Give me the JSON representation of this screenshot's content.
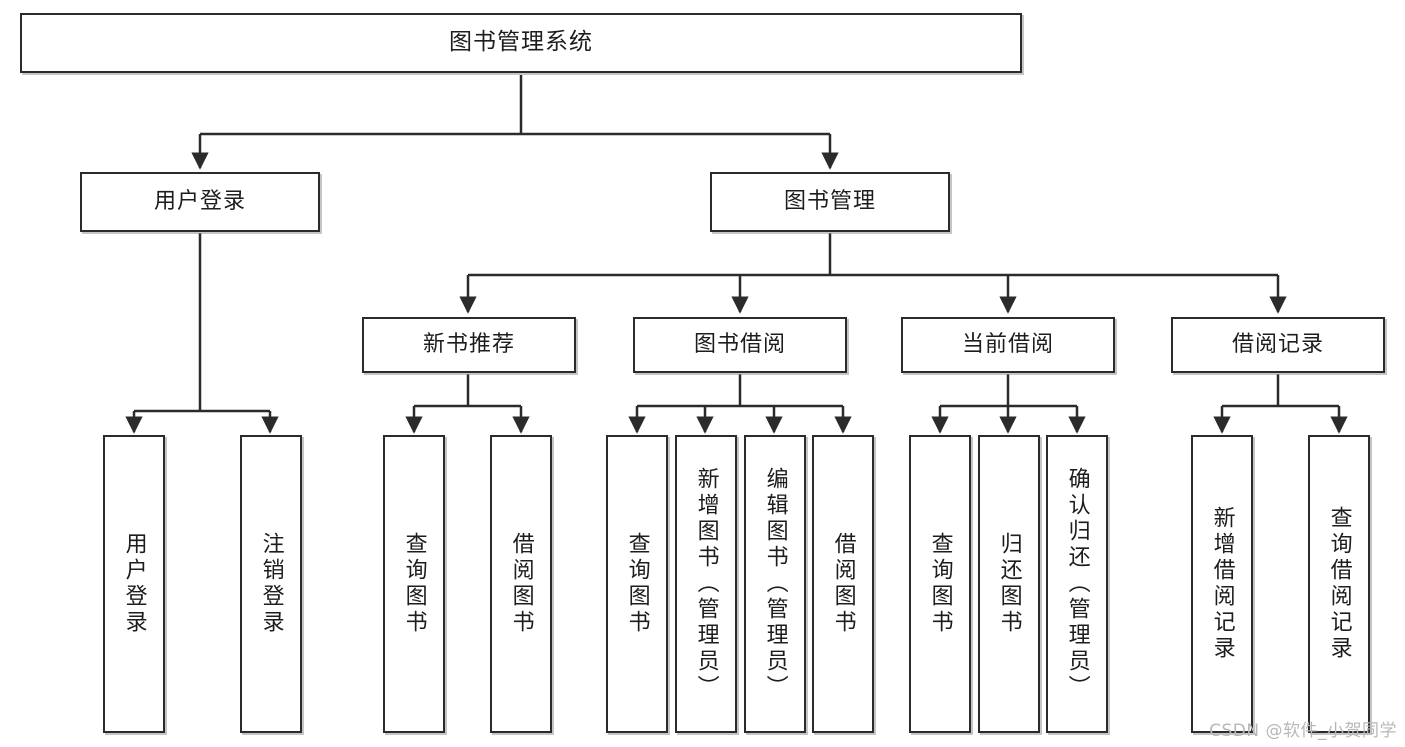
{
  "diagram": {
    "title": "图书管理系统",
    "type": "tree-hierarchy-diagram",
    "colors": {
      "box_border": "#2b2b2b",
      "box_fill": "#ffffff",
      "connector": "#2b2b2b",
      "watermark": "#b8b8b8"
    },
    "levels": {
      "root": "图书管理系统",
      "level2": [
        "用户登录",
        "图书管理"
      ],
      "level3": [
        "新书推荐",
        "图书借阅",
        "当前借阅",
        "借阅记录"
      ]
    }
  },
  "nodes": {
    "root": {
      "label": "图书管理系统"
    },
    "user_login": {
      "label": "用户登录"
    },
    "book_manage": {
      "label": "图书管理"
    },
    "new_book_rec": {
      "label": "新书推荐"
    },
    "book_borrow": {
      "label": "图书借阅"
    },
    "current_borrow": {
      "label": "当前借阅"
    },
    "borrow_record": {
      "label": "借阅记录"
    },
    "leaf_user_login": {
      "label": "用户登录"
    },
    "leaf_logout": {
      "label": "注销登录"
    },
    "leaf_query_book_1": {
      "label": "查询图书"
    },
    "leaf_borrow_book_1": {
      "label": "借阅图书"
    },
    "leaf_query_book_2": {
      "label": "查询图书"
    },
    "leaf_add_book": {
      "label": "新增图书（管理员）"
    },
    "leaf_edit_book": {
      "label": "编辑图书（管理员）"
    },
    "leaf_borrow_book_2": {
      "label": "借阅图书"
    },
    "leaf_query_book_3": {
      "label": "查询图书"
    },
    "leaf_return_book": {
      "label": "归还图书"
    },
    "leaf_confirm_return": {
      "label": "确认归还（管理员）"
    },
    "leaf_add_record": {
      "label": "新增借阅记录"
    },
    "leaf_query_record": {
      "label": "查询借阅记录"
    }
  },
  "watermark": {
    "text": "CSDN @软件_小贺同学"
  }
}
